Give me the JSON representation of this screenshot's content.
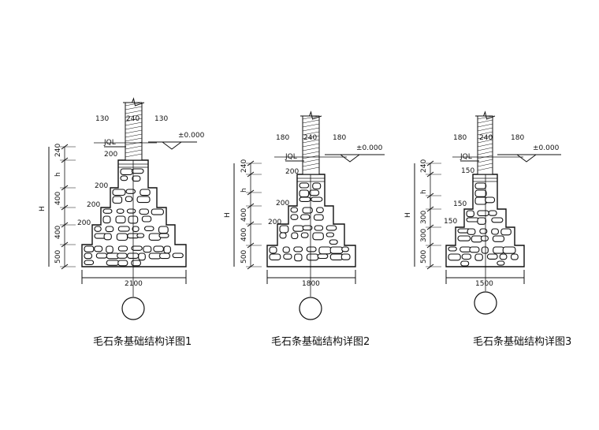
{
  "drawings": [
    {
      "caption": "毛石条基础结构详图1",
      "wall_widths": [
        "130",
        "240",
        "130"
      ],
      "elevation": "±0.000",
      "beam_label": "JQL",
      "step_offsets": [
        "200",
        "200",
        "200",
        "200"
      ],
      "left_dims": [
        "240",
        "h",
        "400",
        "400",
        "500"
      ],
      "overall": "H",
      "base_width": "2100"
    },
    {
      "caption": "毛石条基础结构详图2",
      "wall_widths": [
        "180",
        "240",
        "180"
      ],
      "elevation": "±0.000",
      "beam_label": "JQL",
      "step_offsets": [
        "200",
        "200",
        "200"
      ],
      "left_dims": [
        "240",
        "h",
        "400",
        "400",
        "500"
      ],
      "overall": "H",
      "base_width": "1800"
    },
    {
      "caption": "毛石条基础结构详图3",
      "wall_widths": [
        "180",
        "240",
        "180"
      ],
      "elevation": "±0.000",
      "beam_label": "JQL",
      "step_offsets": [
        "150",
        "150",
        "150"
      ],
      "left_dims": [
        "240",
        "h",
        "300",
        "300",
        "500"
      ],
      "overall": "H",
      "base_width": "1500"
    }
  ]
}
